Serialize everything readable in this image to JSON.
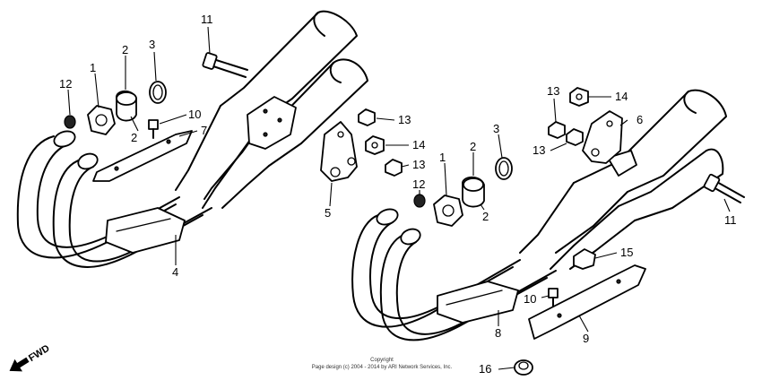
{
  "diagram": {
    "labels": [
      {
        "id": "l-11-left",
        "text": "11"
      },
      {
        "id": "l-2-top",
        "text": "2"
      },
      {
        "id": "l-3-left",
        "text": "3"
      },
      {
        "id": "l-1-left",
        "text": "1"
      },
      {
        "id": "l-12-left",
        "text": "12"
      },
      {
        "id": "l-10-left",
        "text": "10"
      },
      {
        "id": "l-2-left-low",
        "text": "2"
      },
      {
        "id": "l-7",
        "text": "7"
      },
      {
        "id": "l-4",
        "text": "4"
      },
      {
        "id": "l-13-mid-top",
        "text": "13"
      },
      {
        "id": "l-14-mid",
        "text": "14"
      },
      {
        "id": "l-13-mid-low",
        "text": "13"
      },
      {
        "id": "l-5",
        "text": "5"
      },
      {
        "id": "l-2-right-top",
        "text": "2"
      },
      {
        "id": "l-3-right",
        "text": "3"
      },
      {
        "id": "l-1-right",
        "text": "1"
      },
      {
        "id": "l-12-right",
        "text": "12"
      },
      {
        "id": "l-2-right-low",
        "text": "2"
      },
      {
        "id": "l-13-right-top",
        "text": "13"
      },
      {
        "id": "l-14-right",
        "text": "14"
      },
      {
        "id": "l-6",
        "text": "6"
      },
      {
        "id": "l-13-right-low",
        "text": "13"
      },
      {
        "id": "l-11-right",
        "text": "11"
      },
      {
        "id": "l-15",
        "text": "15"
      },
      {
        "id": "l-10-right",
        "text": "10"
      },
      {
        "id": "l-8",
        "text": "8"
      },
      {
        "id": "l-9",
        "text": "9"
      },
      {
        "id": "l-16",
        "text": "16"
      }
    ],
    "fwd_label": "FWD",
    "copyright_line1": "Copyright",
    "copyright_line2": "Page design (c) 2004 - 2014 by ARI Network Services, Inc."
  }
}
